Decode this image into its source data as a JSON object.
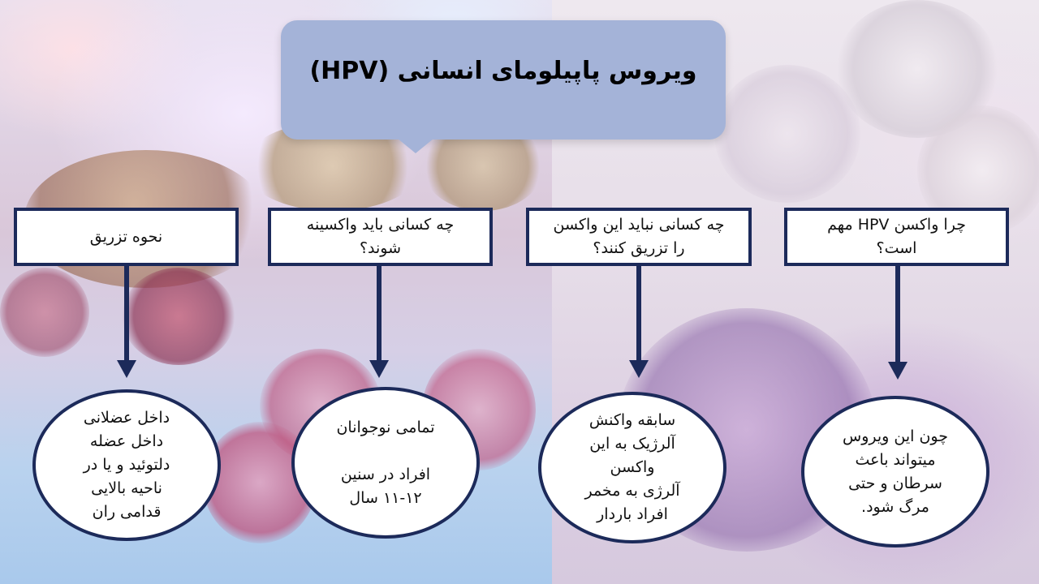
{
  "title": "ویروس پاپیلومای انسانی  (HPV)",
  "nodes": [
    {
      "question": [
        "چرا واکسن HPV مهم",
        "است؟"
      ],
      "answer": [
        "چون این ویروس",
        "میتواند باعث",
        "سرطان و حتی",
        "مرگ شود."
      ]
    },
    {
      "question": [
        "چه کسانی نباید این واکسن",
        "را تزریق کنند؟"
      ],
      "answer": [
        "سابقه واکنش",
        "آلرژیک به این",
        "واکسن",
        "آلرژی به مخمر",
        "افراد باردار"
      ]
    },
    {
      "question": [
        "چه کسانی باید واکسینه",
        "شوند؟"
      ],
      "answer": [
        "تمامی نوجوانان",
        "",
        "افراد در سنین",
        "۱۱-۱۲ سال"
      ]
    },
    {
      "question": [
        "نحوه تزریق"
      ],
      "answer": [
        "داخل عضلانی",
        "داخل عضله",
        "دلتوئید و یا در",
        "ناحیه بالایی",
        "قدامی ران"
      ]
    }
  ],
  "colors": {
    "title_box": "#a4b3d8",
    "border": "#1c2a5a",
    "box_fill": "#ffffff"
  }
}
